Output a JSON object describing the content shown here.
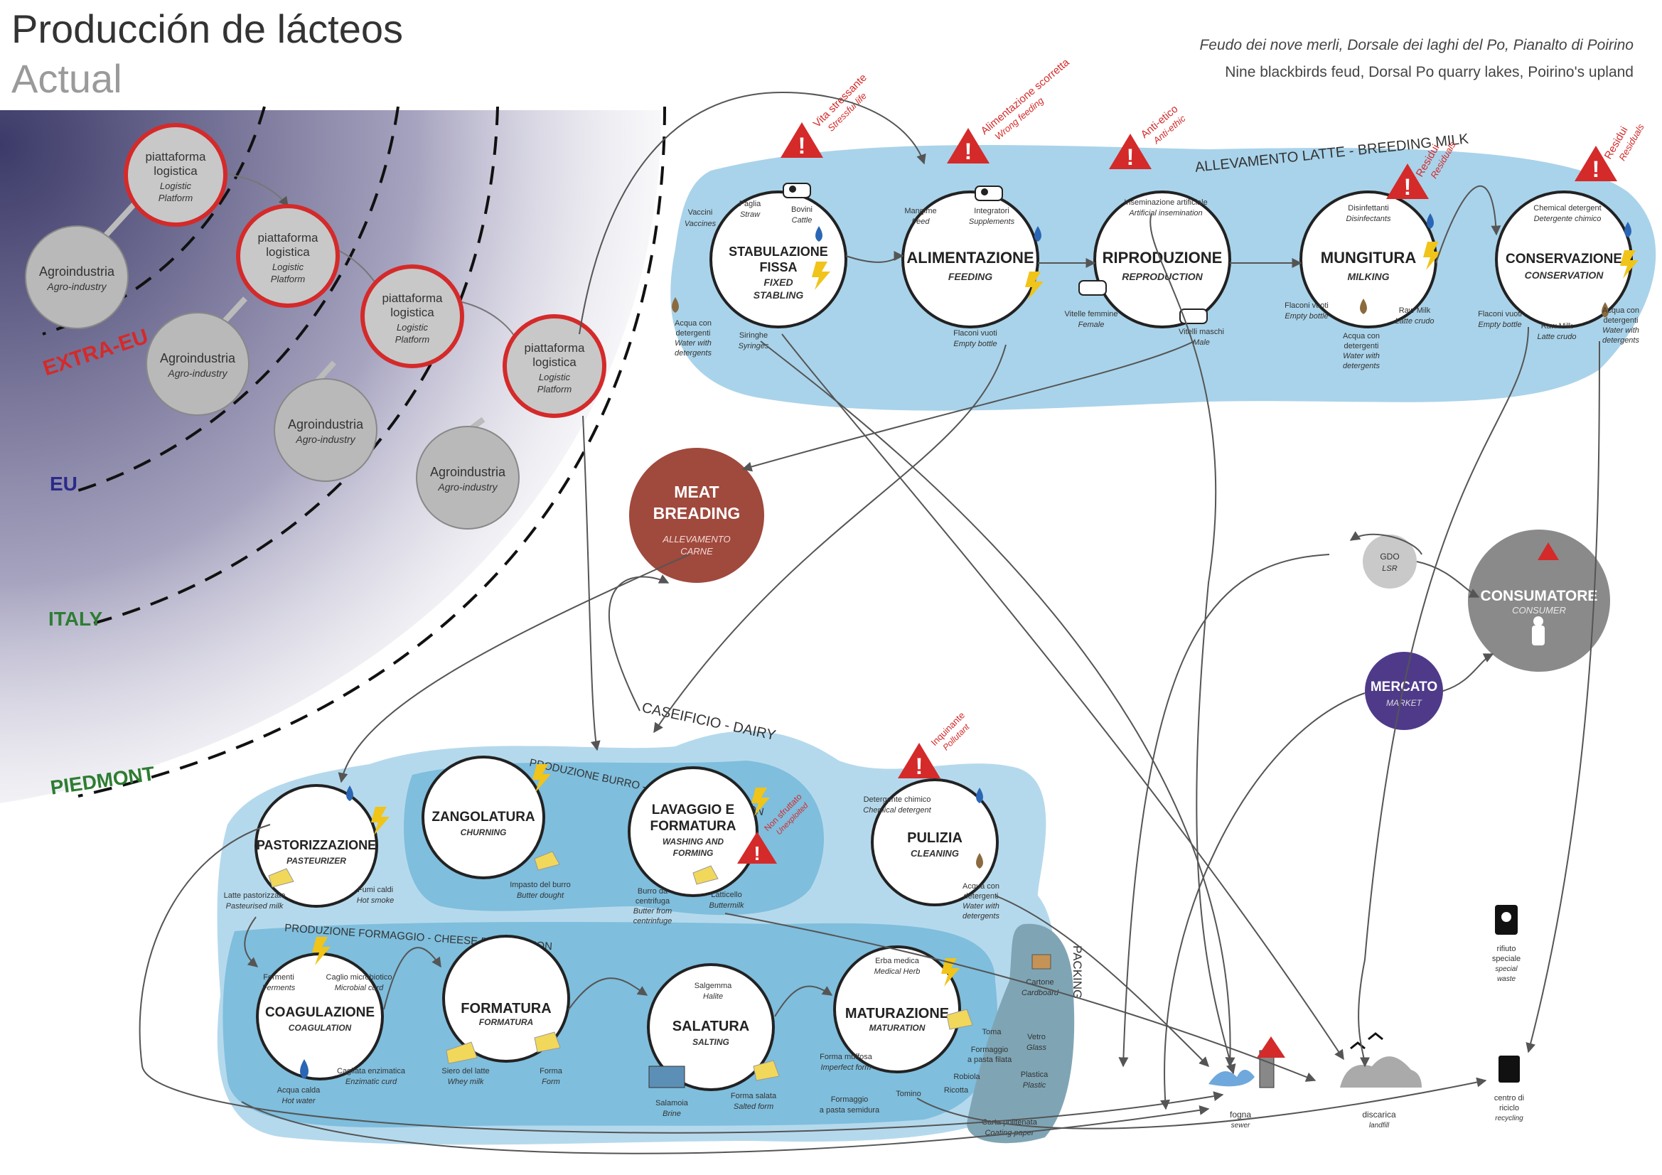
{
  "header": {
    "title": "Producción de lácteos",
    "subtitle": "Actual",
    "location_it": "Feudo dei nove merli, Dorsale dei laghi del Po, Pianalto di Poirino",
    "location_en": "Nine blackbirds feud, Dorsal Po quarry lakes, Poirino's upland"
  },
  "regions": {
    "extra_eu": "EXTRA-EU",
    "eu": "EU",
    "italy": "ITALY",
    "piedmont": "PIEDMONT"
  },
  "logistic_nodes": [
    {
      "title1": "piattaforma",
      "title2": "logistica",
      "sub1": "Logistic",
      "sub2": "Platform"
    },
    {
      "title1": "piattaforma",
      "title2": "logistica",
      "sub1": "Logistic",
      "sub2": "Platform"
    },
    {
      "title1": "piattaforma",
      "title2": "logistica",
      "sub1": "Logistic",
      "sub2": "Platform"
    },
    {
      "title1": "piattaforma",
      "title2": "logistica",
      "sub1": "Logistic",
      "sub2": "Platform"
    }
  ],
  "agro_nodes": [
    {
      "title": "Agroindustria",
      "sub": "Agro-industry"
    },
    {
      "title": "Agroindustria",
      "sub": "Agro-industry"
    },
    {
      "title": "Agroindustria",
      "sub": "Agro-industry"
    },
    {
      "title": "Agroindustria",
      "sub": "Agro-industry"
    }
  ],
  "breeding": {
    "label": "ALLEVAMENTO LATTE - BREEDING MILK",
    "stages": [
      {
        "t1": "STABULAZIONE",
        "t2": "FISSA",
        "s1": "FIXED",
        "s2": "STABLING"
      },
      {
        "t1": "ALIMENTAZIONE",
        "t2": "",
        "s1": "FEEDING",
        "s2": ""
      },
      {
        "t1": "RIPRODUZIONE",
        "t2": "",
        "s1": "REPRODUCTION",
        "s2": ""
      },
      {
        "t1": "MUNGITURA",
        "t2": "",
        "s1": "MILKING",
        "s2": ""
      },
      {
        "t1": "CONSERVAZIONE",
        "t2": "",
        "s1": "CONSERVATION",
        "s2": ""
      }
    ],
    "warnings": [
      {
        "it": "Vita stressante",
        "en": "Stressful life"
      },
      {
        "it": "Alimentazione scorretta",
        "en": "Wrong feeding"
      },
      {
        "it": "Anti-etico",
        "en": "Anti-ethic"
      },
      {
        "it": "Residui",
        "en": "Residuals"
      },
      {
        "it": "Residui",
        "en": "Residuals"
      }
    ],
    "labels": {
      "vaccini": [
        "Vaccini",
        "Vaccines"
      ],
      "paglia": [
        "Paglia",
        "Straw"
      ],
      "bovini": [
        "Bovini",
        "Cattle"
      ],
      "acqua1": [
        "Acqua con",
        "detergenti",
        "Water with",
        "detergents"
      ],
      "siringhe": [
        "Siringhe",
        "Syringes"
      ],
      "mangime": [
        "Mangime",
        "Feed"
      ],
      "integratori": [
        "Integratori",
        "Supplements"
      ],
      "flaconi1": [
        "Flaconi vuoti",
        "Empty bottle"
      ],
      "insemin": [
        "Inseminazione artificiale",
        "Artificial insemination"
      ],
      "vitelle": [
        "Vitelle femmine",
        "Female"
      ],
      "vitelli": [
        "Vitelli maschi",
        "Male"
      ],
      "disinf": [
        "Disinfettanti",
        "Disinfectants"
      ],
      "flaconi2": [
        "Flaconi vuoti",
        "Empty bottle"
      ],
      "acqua2": [
        "Acqua con",
        "detergenti",
        "Water with",
        "detergents"
      ],
      "rawmilk1": [
        "Raw Milk",
        "Latte crudo"
      ],
      "chemdet": [
        "Chemical detergent",
        "Detergente chimico"
      ],
      "flaconi3": [
        "Flaconi vuoti",
        "Empty bottle"
      ],
      "rawmilk2": [
        "Raw Milk",
        "Latte crudo"
      ],
      "acqua3": [
        "Acqua con",
        "detergenti",
        "Water with",
        "detergents"
      ]
    }
  },
  "meat": {
    "t1": "MEAT",
    "t2": "BREADING",
    "s1": "ALLEVAMENTO",
    "s2": "CARNE"
  },
  "market_side": {
    "gdo": {
      "t": "GDO",
      "s": "LSR"
    },
    "consumer": {
      "t": "CONSUMATORE",
      "s": "CONSUMER"
    },
    "market": {
      "t": "MERCATO",
      "s": "MARKET"
    }
  },
  "dairy": {
    "label": "CASEIFICIO - DAIRY",
    "butter_label": "PRODUZIONE BURRO - BUTTER PRODUCTION",
    "cheese_label": "PRODUZIONE FORMAGGIO - CHEESE PRODUCTION",
    "packing_label": "PACKING",
    "stages": {
      "pasto": {
        "t": "PASTORIZZAZIONE",
        "s": "PASTEURIZER"
      },
      "zango": {
        "t": "ZANGOLATURA",
        "s": "CHURNING"
      },
      "lavag": {
        "t1": "LAVAGGIO E",
        "t2": "FORMATURA",
        "s1": "WASHING AND",
        "s2": "FORMING"
      },
      "puliz": {
        "t": "PULIZIA",
        "s": "CLEANING"
      },
      "coagu": {
        "t": "COAGULAZIONE",
        "s": "COAGULATION"
      },
      "forma": {
        "t": "FORMATURA",
        "s": "FORMATURA"
      },
      "salat": {
        "t": "SALATURA",
        "s": "SALTING"
      },
      "matur": {
        "t": "MATURAZIONE",
        "s": "MATURATION"
      }
    },
    "labels": {
      "latte_past": [
        "Latte pastorizzato",
        "Pasteurised milk"
      ],
      "fumi": [
        "Fumi caldi",
        "Hot smoke"
      ],
      "impasto": [
        "Impasto del burro",
        "Butter dought"
      ],
      "burro_centr": [
        "Burro da",
        "centrifuga",
        "Butter from",
        "centrinfuge"
      ],
      "latticello": [
        "Latticello",
        "Buttermilk"
      ],
      "deterg_chim": [
        "Detergente chimico",
        "Chemical detergent"
      ],
      "acqua_det": [
        "Acqua con",
        "detergenti",
        "Water with",
        "detergents"
      ],
      "fermenti": [
        "Fermenti",
        "Ferments"
      ],
      "caglio": [
        "Caglio microbiotico",
        "Microbial curd"
      ],
      "acqua_calda": [
        "Acqua calda",
        "Hot water"
      ],
      "cagliata": [
        "Cagliata enzimatica",
        "Enzimatic curd"
      ],
      "siero": [
        "Siero del latte",
        "Whey milk"
      ],
      "forma": [
        "Forma",
        "Form"
      ],
      "salgemma": [
        "Salgemma",
        "Halite"
      ],
      "salamoia": [
        "Salamoia",
        "Brine"
      ],
      "forma_salata": [
        "Forma salata",
        "Salted form"
      ],
      "erba": [
        "Erba medica",
        "Medical Herb"
      ],
      "toma": [
        "Toma"
      ],
      "formaggio_filata": [
        "Formaggio",
        "a pasta filata"
      ],
      "robiola": [
        "Robiola"
      ],
      "ricotta": [
        "Ricotta"
      ],
      "forma_muffosa": [
        "Forma muffosa",
        "Imperfect form"
      ],
      "formaggio_semidura": [
        "Formaggio",
        "a pasta semidura"
      ],
      "tomino": [
        "Tomino"
      ],
      "cartone": [
        "Cartone",
        "Cardboard"
      ],
      "vetro": [
        "Vetro",
        "Glass"
      ],
      "plastica": [
        "Plastica",
        "Plastic"
      ],
      "carta": [
        "Carta politenata",
        "Coating paper"
      ]
    },
    "warnings": {
      "inquinante": [
        "Inquinante",
        "Pollutant"
      ],
      "non_sfruttato": [
        "Non sfruttato",
        "Unexploited"
      ]
    }
  },
  "waste": {
    "speciale": [
      "rifiuto",
      "speciale",
      "special",
      "waste"
    ],
    "fogna": [
      "fogna",
      "sewer"
    ],
    "discarica": [
      "discarica",
      "landfill"
    ],
    "riciclo": [
      "centro di",
      "riciclo",
      "recycling"
    ]
  },
  "colors": {
    "red": "#d42a2a",
    "breeding_blob": "#a9d3ea",
    "dairy_outer": "#b5d9ec",
    "dairy_inner": "#7fbedd",
    "packing": "#7fa5b5",
    "meat": "#a0493d",
    "consumer": "#8a8a8a",
    "market": "#4f3a8a",
    "agro": "#b9b9b9"
  }
}
